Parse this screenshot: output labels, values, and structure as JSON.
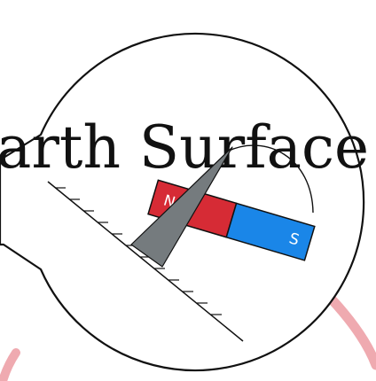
{
  "diagram": {
    "heading": "Earth Surface",
    "magnet": {
      "north_label": "N",
      "south_label": "S"
    },
    "colors": {
      "north_pole": "#d62b35",
      "south_pole": "#1a86e8",
      "needle": "#757b7e",
      "background_arc": "#efaab0",
      "outline": "#111111"
    }
  }
}
